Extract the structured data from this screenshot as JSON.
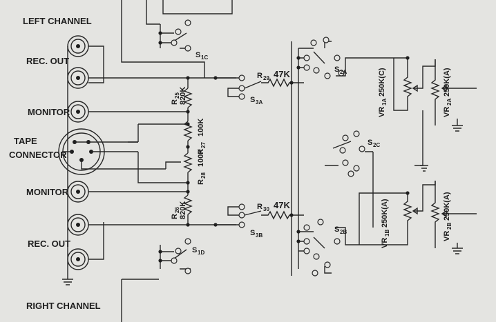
{
  "labels": {
    "left_channel": "LEFT CHANNEL",
    "rec_out_top": "REC. OUT",
    "monitor_top": "MONITOR",
    "tape": "TAPE",
    "connector": "CONNECTOR",
    "monitor_bottom": "MONITOR",
    "rec_out_bottom": "REC. OUT",
    "right_channel": "RIGHT CHANNEL"
  },
  "parts": {
    "r25": {
      "ref": "R",
      "sub": "25",
      "value": "820K"
    },
    "r26": {
      "ref": "R",
      "sub": "26",
      "value": "820K"
    },
    "r27": {
      "ref": "R",
      "sub": "27",
      "value": "100K"
    },
    "r28": {
      "ref": "R",
      "sub": "28",
      "value": "100K"
    },
    "r29": {
      "ref": "R",
      "sub": "29",
      "value": "47K"
    },
    "r30": {
      "ref": "R",
      "sub": "30",
      "value": "47K"
    },
    "s1c": {
      "ref": "S",
      "sub": "1C"
    },
    "s1d": {
      "ref": "S",
      "sub": "1D"
    },
    "s3a": {
      "ref": "S",
      "sub": "3A"
    },
    "s3b": {
      "ref": "S",
      "sub": "3B"
    },
    "s2a": {
      "ref": "S",
      "sub": "2A"
    },
    "s2b": {
      "ref": "S",
      "sub": "2B"
    },
    "s2c": {
      "ref": "S",
      "sub": "2C"
    },
    "vr1a": {
      "ref": "VR",
      "sub": "1A",
      "value": "250K(C)"
    },
    "vr1b": {
      "ref": "VR",
      "sub": "1B",
      "value": "250K(A)"
    },
    "vr2a": {
      "ref": "VR",
      "sub": "2A",
      "value": "250K(A)"
    },
    "vr2b": {
      "ref": "VR",
      "sub": "2B",
      "value": "250K(A)"
    }
  }
}
